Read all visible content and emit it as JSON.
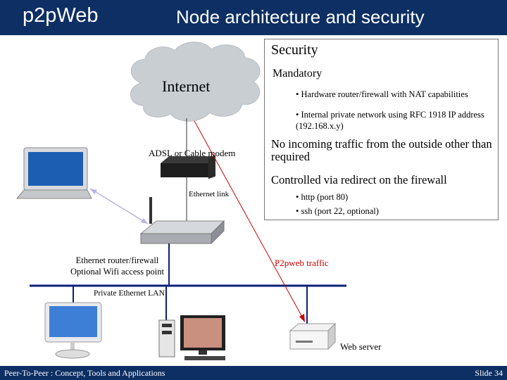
{
  "header": {
    "brand": "p2pWeb",
    "title": "Node architecture and security"
  },
  "security": {
    "title": "Security",
    "mandatory_label": "Mandatory",
    "mandatory_items": [
      "• Hardware router/firewall with NAT capabilities",
      "• Internal private network using RFC 1918 IP address (192.168.x.y)"
    ],
    "no_incoming": "No incoming traffic from the outside other than required",
    "controlled": "Controlled via redirect on the firewall",
    "ports": [
      "• http (port 80)",
      "• ssh (port 22, optional)"
    ]
  },
  "diagram": {
    "internet": "Internet",
    "modem": "ADSL or Cable modem",
    "ethernet_link": "Ethernet link",
    "router_line1": "Ethernet router/firewall",
    "router_line2": "Optional Wifi access point",
    "traffic": "P2pweb traffic",
    "lan": "Private Ethernet LAN",
    "web_server": "Web server"
  },
  "footer": {
    "left": "Peer-To-Peer : Concept, Tools and Applications",
    "right": "Slide 34"
  },
  "colors": {
    "navy": "#0d2f63",
    "cloud": "#c9ced3",
    "lan_line": "#0a1f7a",
    "traffic_arrow": "#cc0000"
  }
}
